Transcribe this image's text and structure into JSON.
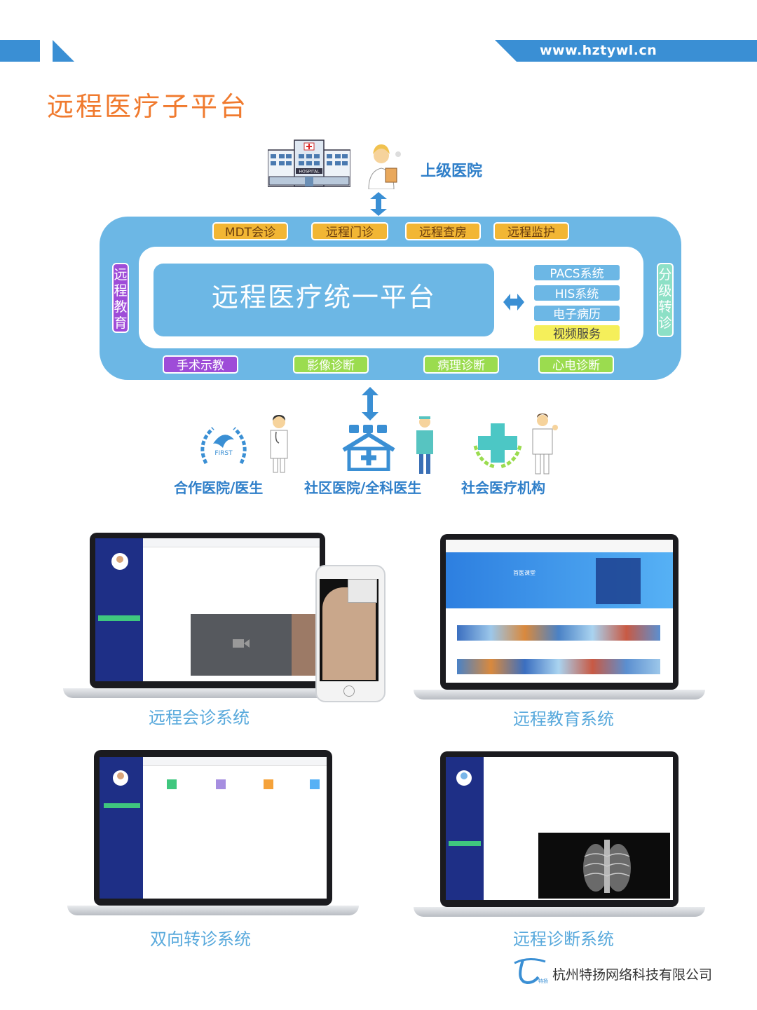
{
  "header": {
    "url": "www.hztywl.cn"
  },
  "title": "远程医疗子平台",
  "top_hospital": {
    "label": "上级医院",
    "building_sign": "HOSPITAL"
  },
  "platform": {
    "core": "远程医疗统一平台",
    "top_services": [
      "MDT会诊",
      "远程门诊",
      "远程查房",
      "远程监护"
    ],
    "bottom_services": [
      "手术示教",
      "影像诊断",
      "病理诊断",
      "心电诊断"
    ],
    "left_vertical": "远程教育",
    "right_vertical": "分级转诊",
    "systems": [
      "PACS系统",
      "HIS系统",
      "电子病历",
      "视频服务"
    ]
  },
  "organizations": [
    {
      "label": "合作医院/医生",
      "logo_text": "FIRST"
    },
    {
      "label": "社区医院/全科医生"
    },
    {
      "label": "社会医疗机构"
    }
  ],
  "systems_showcase": [
    {
      "label": "远程会诊系统"
    },
    {
      "label": "远程教育系统",
      "screen_title": "首医课堂"
    },
    {
      "label": "双向转诊系统"
    },
    {
      "label": "远程诊断系统"
    }
  ],
  "footer": {
    "company": "杭州特扬网络科技有限公司",
    "logo_text": "特扬"
  },
  "colors": {
    "blue": "#3a8fd4",
    "light_blue": "#6cb7e5",
    "orange": "#f07a2e",
    "gold": "#f2b634",
    "green": "#9bdc4f",
    "purple": "#9e4cd8",
    "yellow": "#f5ef5a"
  }
}
